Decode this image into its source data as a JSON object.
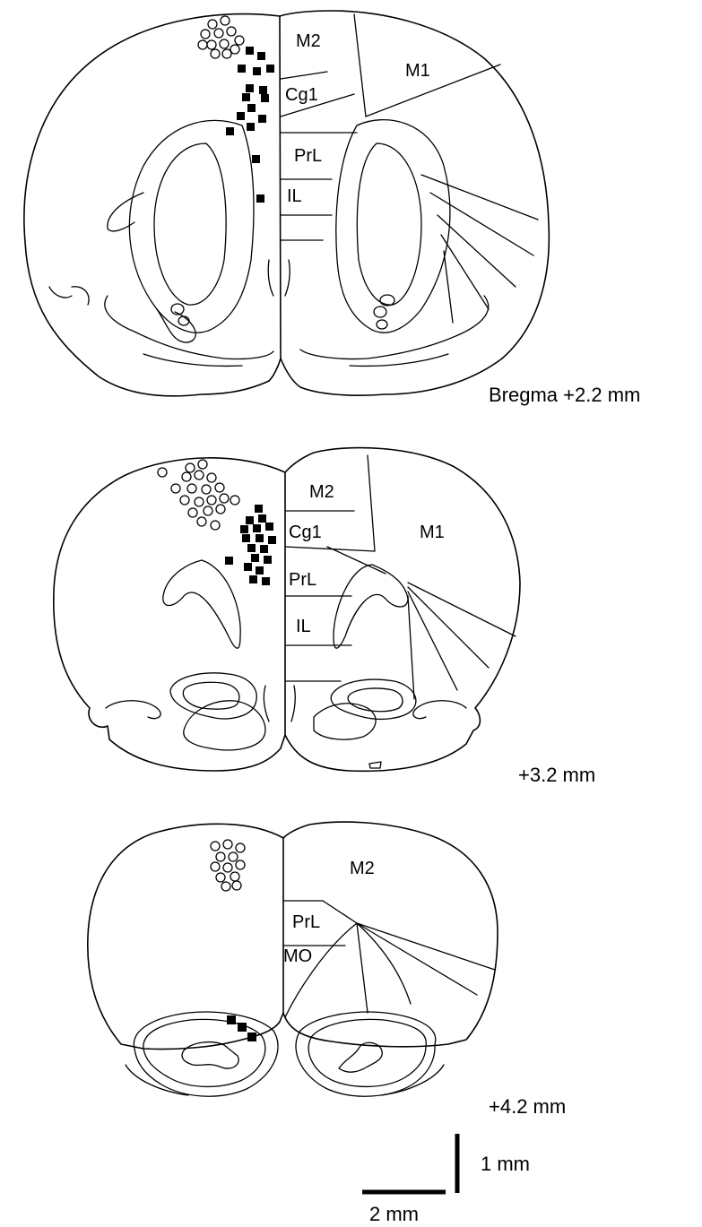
{
  "sections": [
    {
      "id": "section-bregma-2-2",
      "caption": "Bregma +2.2 mm",
      "regions": {
        "m2": "M2",
        "m1": "M1",
        "cg1": "Cg1",
        "prl": "PrL",
        "il": "IL"
      },
      "open_circle_count": 12,
      "filled_square_count": 16
    },
    {
      "id": "section-3-2",
      "caption": "+3.2 mm",
      "regions": {
        "m2": "M2",
        "m1": "M1",
        "cg1": "Cg1",
        "prl": "PrL",
        "il": "IL"
      },
      "open_circle_count": 20,
      "filled_square_count": 18
    },
    {
      "id": "section-4-2",
      "caption": "+4.2 mm",
      "regions": {
        "m2": "M2",
        "prl": "PrL",
        "mo": "MO"
      },
      "open_circle_count": 12,
      "filled_square_count": 3
    }
  ],
  "scale_bar": {
    "vertical_label": "1 mm",
    "horizontal_label": "2 mm"
  },
  "colors": {
    "ink": "#000000",
    "background": "#ffffff"
  }
}
